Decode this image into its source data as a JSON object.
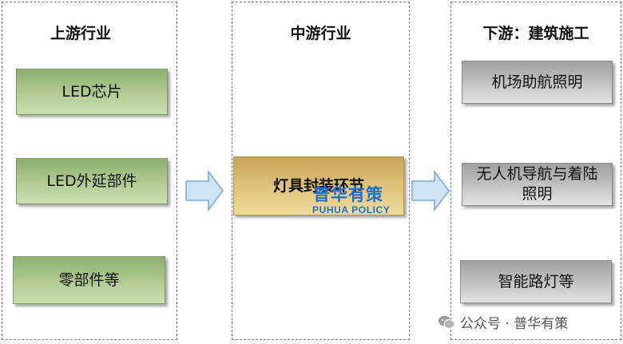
{
  "upstream": {
    "title": "上游行业",
    "items": [
      "LED芯片",
      "LED外延部件",
      "零部件等"
    ]
  },
  "midstream": {
    "title": "中游行业",
    "items": [
      "灯具封装环节"
    ]
  },
  "downstream": {
    "title": "下游：建筑施工",
    "items": [
      "机场助航照明",
      "无人机导航与着陆照明",
      "智能路灯等"
    ]
  },
  "watermark": {
    "brand_cn": "普华有策",
    "brand_en": "PUHUA POLICY"
  },
  "footer": {
    "text": "公众号 · 普华有策",
    "icon": "wechat-icon"
  },
  "colors": {
    "upstream_fill": "#b2cc94",
    "midstream_fill": "#e1c57c",
    "downstream_fill": "#c4c4c4",
    "arrow_fill": "#cfe3f7",
    "watermark": "#1f6fd0"
  }
}
